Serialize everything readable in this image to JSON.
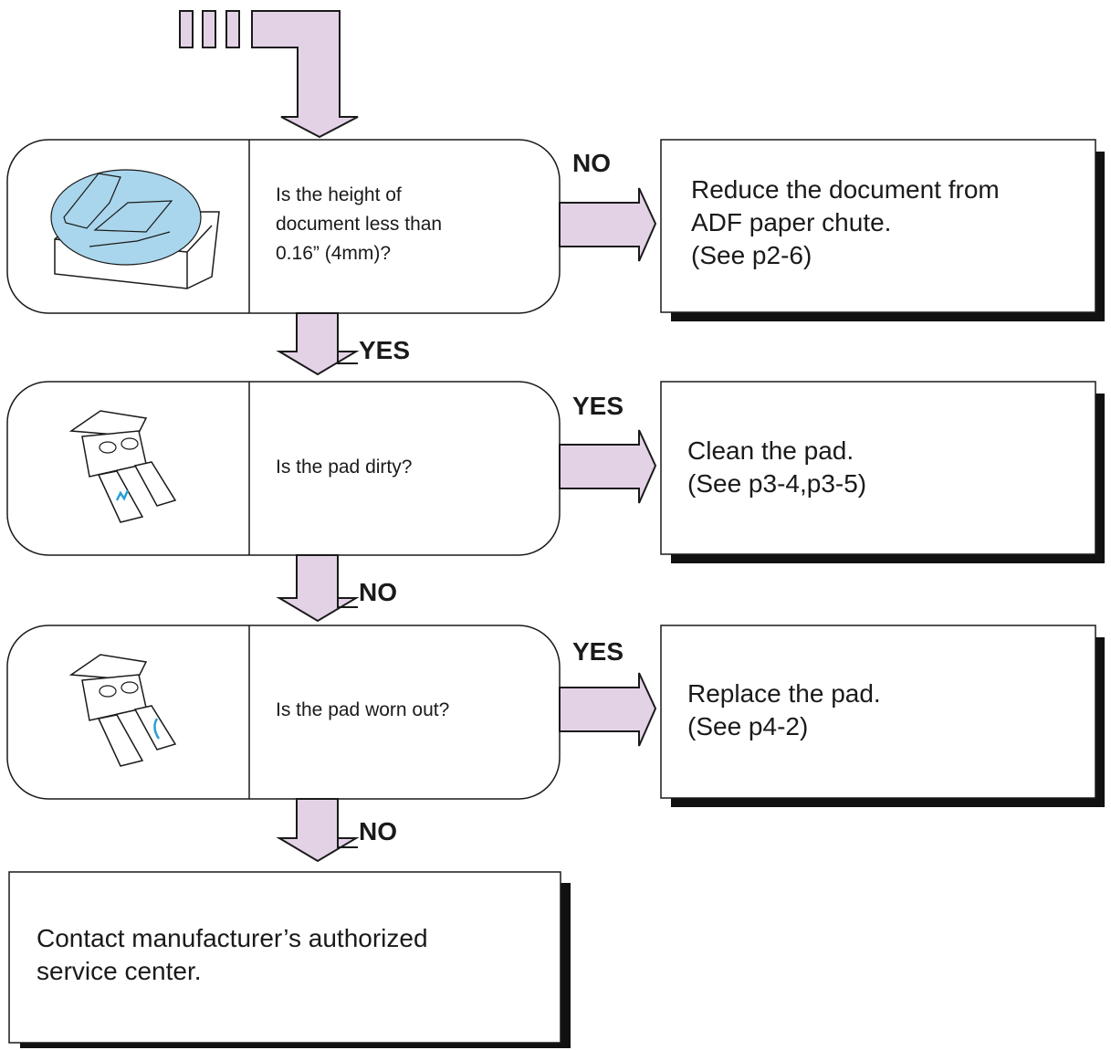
{
  "colors": {
    "arrow_fill": "#e3d2e6",
    "stroke": "#1a1a1a",
    "shadow": "#111111",
    "illustration_fill": "#a9d6ec",
    "illustration_mark": "#2a9fd6"
  },
  "steps": [
    {
      "illustration": "adf-scanner-icon",
      "question_lines": [
        "Is the height of",
        "document less than",
        "0.16” (4mm)?"
      ],
      "side_label": "NO",
      "down_label": "YES",
      "result_lines": [
        "Reduce the document from",
        "ADF paper chute.",
        "(See p2-6)"
      ]
    },
    {
      "illustration": "pad-icon",
      "question_lines": [
        "Is the pad dirty?"
      ],
      "side_label": "YES",
      "down_label": "NO",
      "result_lines": [
        "Clean the pad.",
        "(See p3-4,p3-5)"
      ]
    },
    {
      "illustration": "pad-icon",
      "question_lines": [
        "Is the pad worn out?"
      ],
      "side_label": "YES",
      "down_label": "NO",
      "result_lines": [
        "Replace the pad.",
        "(See p4-2)"
      ]
    }
  ],
  "final": {
    "lines": [
      "Contact manufacturer’s authorized",
      "service center."
    ]
  }
}
